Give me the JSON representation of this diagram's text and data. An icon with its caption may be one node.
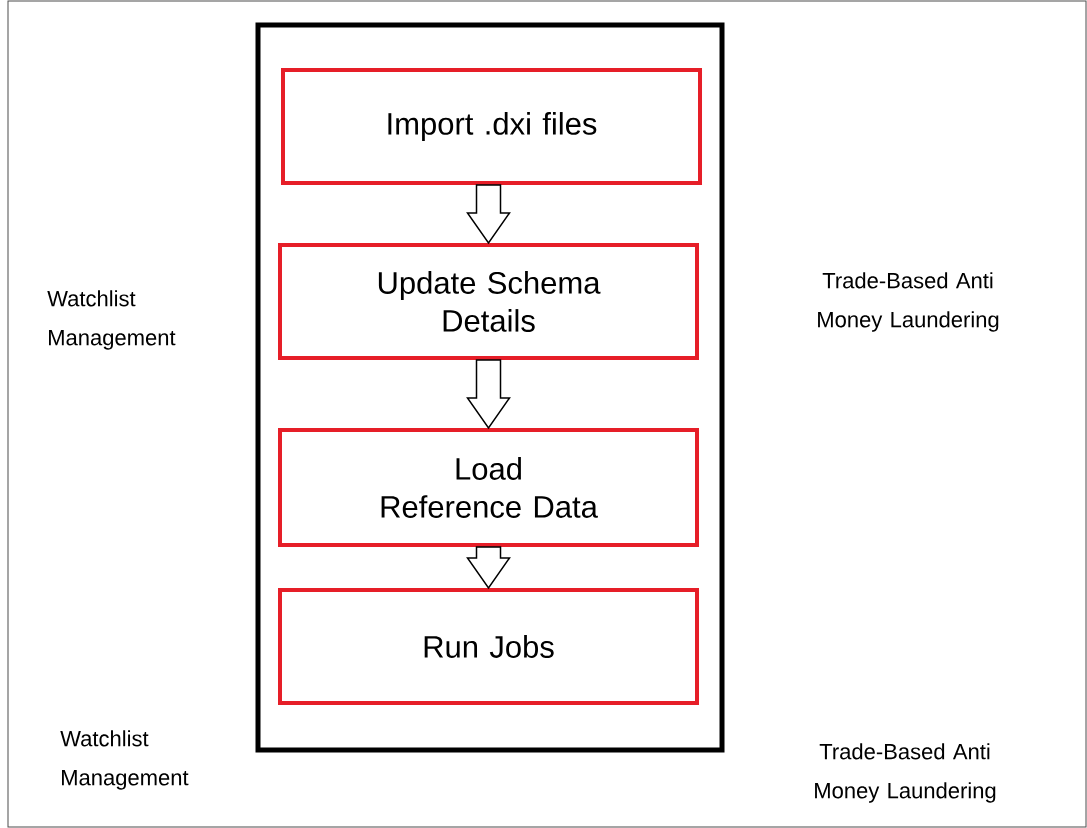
{
  "diagram": {
    "nodes": [
      {
        "text": [],
        "shape": "box"
      },
      {
        "text": [
          "Import .dxi files"
        ],
        "in": 0
      },
      {
        "text": [
          "Update Schema Details"
        ],
        "in": 0
      },
      {
        "text": [
          "Load Reference Data"
        ],
        "in": 0
      },
      {
        "text": [
          "Run Jobs"
        ],
        "in": 0
      }
    ],
    "edges": [
      {
        "from": 1,
        "to": 2,
        "arrow": "to"
      },
      {
        "from": 2,
        "to": 3,
        "arrow": "to"
      },
      {
        "from": 3,
        "to": 4,
        "arrow": "to"
      }
    ],
    "labels": [
      "Watchlist Management",
      "Trade-Based Anti Money Laundering",
      "Watchlist Management",
      "Trade-Based Anti Money Laundering"
    ]
  }
}
